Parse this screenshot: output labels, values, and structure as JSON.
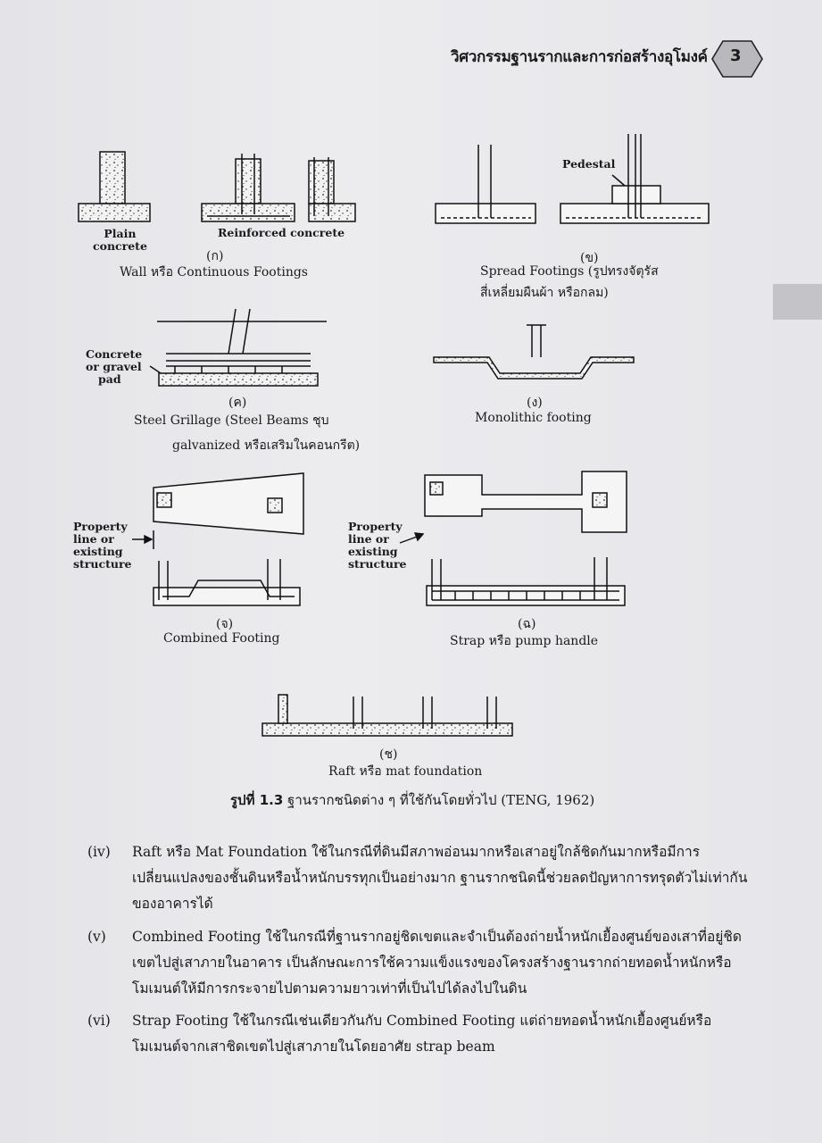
{
  "header": {
    "title": "วิศวกรรมฐานรากและการก่อสร้างอุโมงค์",
    "page_number": "3"
  },
  "figure": {
    "panel_a": {
      "labels": [
        "Plain",
        "concrete",
        "Reinforced concrete"
      ],
      "tag": "(ก)",
      "caption": "Wall หรือ Continuous Footings"
    },
    "panel_b": {
      "labels": [
        "Pedestal"
      ],
      "tag": "(ข)",
      "caption_line1": "Spread Footings (รูปทรงจัตุรัส",
      "caption_line2": "สี่เหลี่ยมผืนผ้า หรือกลม)"
    },
    "panel_c": {
      "labels": [
        "Concrete",
        "or gravel",
        "pad"
      ],
      "tag": "(ค)",
      "caption_line1": "Steel Grillage (Steel Beams ชุบ",
      "caption_line2": "galvanized หรือเสริมในคอนกรีต)"
    },
    "panel_d": {
      "tag": "(ง)",
      "caption": "Monolithic footing"
    },
    "panel_e": {
      "labels": [
        "Property",
        "line or",
        "existing",
        "structure"
      ],
      "tag": "(จ)",
      "caption": "Combined Footing"
    },
    "panel_f": {
      "labels": [
        "Property",
        "line or",
        "existing",
        "structure"
      ],
      "tag": "(ฉ)",
      "caption": "Strap หรือ pump handle"
    },
    "panel_g": {
      "tag": "(ช)",
      "caption": "Raft หรือ mat foundation"
    },
    "caption": {
      "prefix": "รูปที่ 1.3",
      "text": "ฐานรากชนิดต่าง ๆ ที่ใช้กันโดยทั่วไป (TENG, 1962)"
    }
  },
  "paragraphs": [
    {
      "num": "(iv)",
      "text": "Raft หรือ Mat Foundation ใช้ในกรณีที่ดินมีสภาพอ่อนมากหรือเสาอยู่ใกล้ชิดกันมากหรือมีการเปลี่ยนแปลงของชั้นดินหรือน้ำหนักบรรทุกเป็นอย่างมาก ฐานรากชนิดนี้ช่วยลดปัญหาการทรุดตัวไม่เท่ากันของอาคารได้"
    },
    {
      "num": "(v)",
      "text": "Combined Footing ใช้ในกรณีที่ฐานรากอยู่ชิดเขตและจำเป็นต้องถ่ายน้ำหนักเยื้องศูนย์ของเสาที่อยู่ชิดเขตไปสู่เสาภายในอาคาร เป็นลักษณะการใช้ความแข็งแรงของโครงสร้างฐานรากถ่ายทอดน้ำหนักหรือโมเมนต์ให้มีการกระจายไปตามความยาวเท่าที่เป็นไปได้ลงไปในดิน"
    },
    {
      "num": "(vi)",
      "text": "Strap Footing ใช้ในกรณีเช่นเดียวกันกับ Combined Footing แต่ถ่ายทอดน้ำหนักเยื้องศูนย์หรือโมเมนต์จากเสาชิดเขตไปสู่เสาภายในโดยอาศัย strap beam"
    }
  ]
}
